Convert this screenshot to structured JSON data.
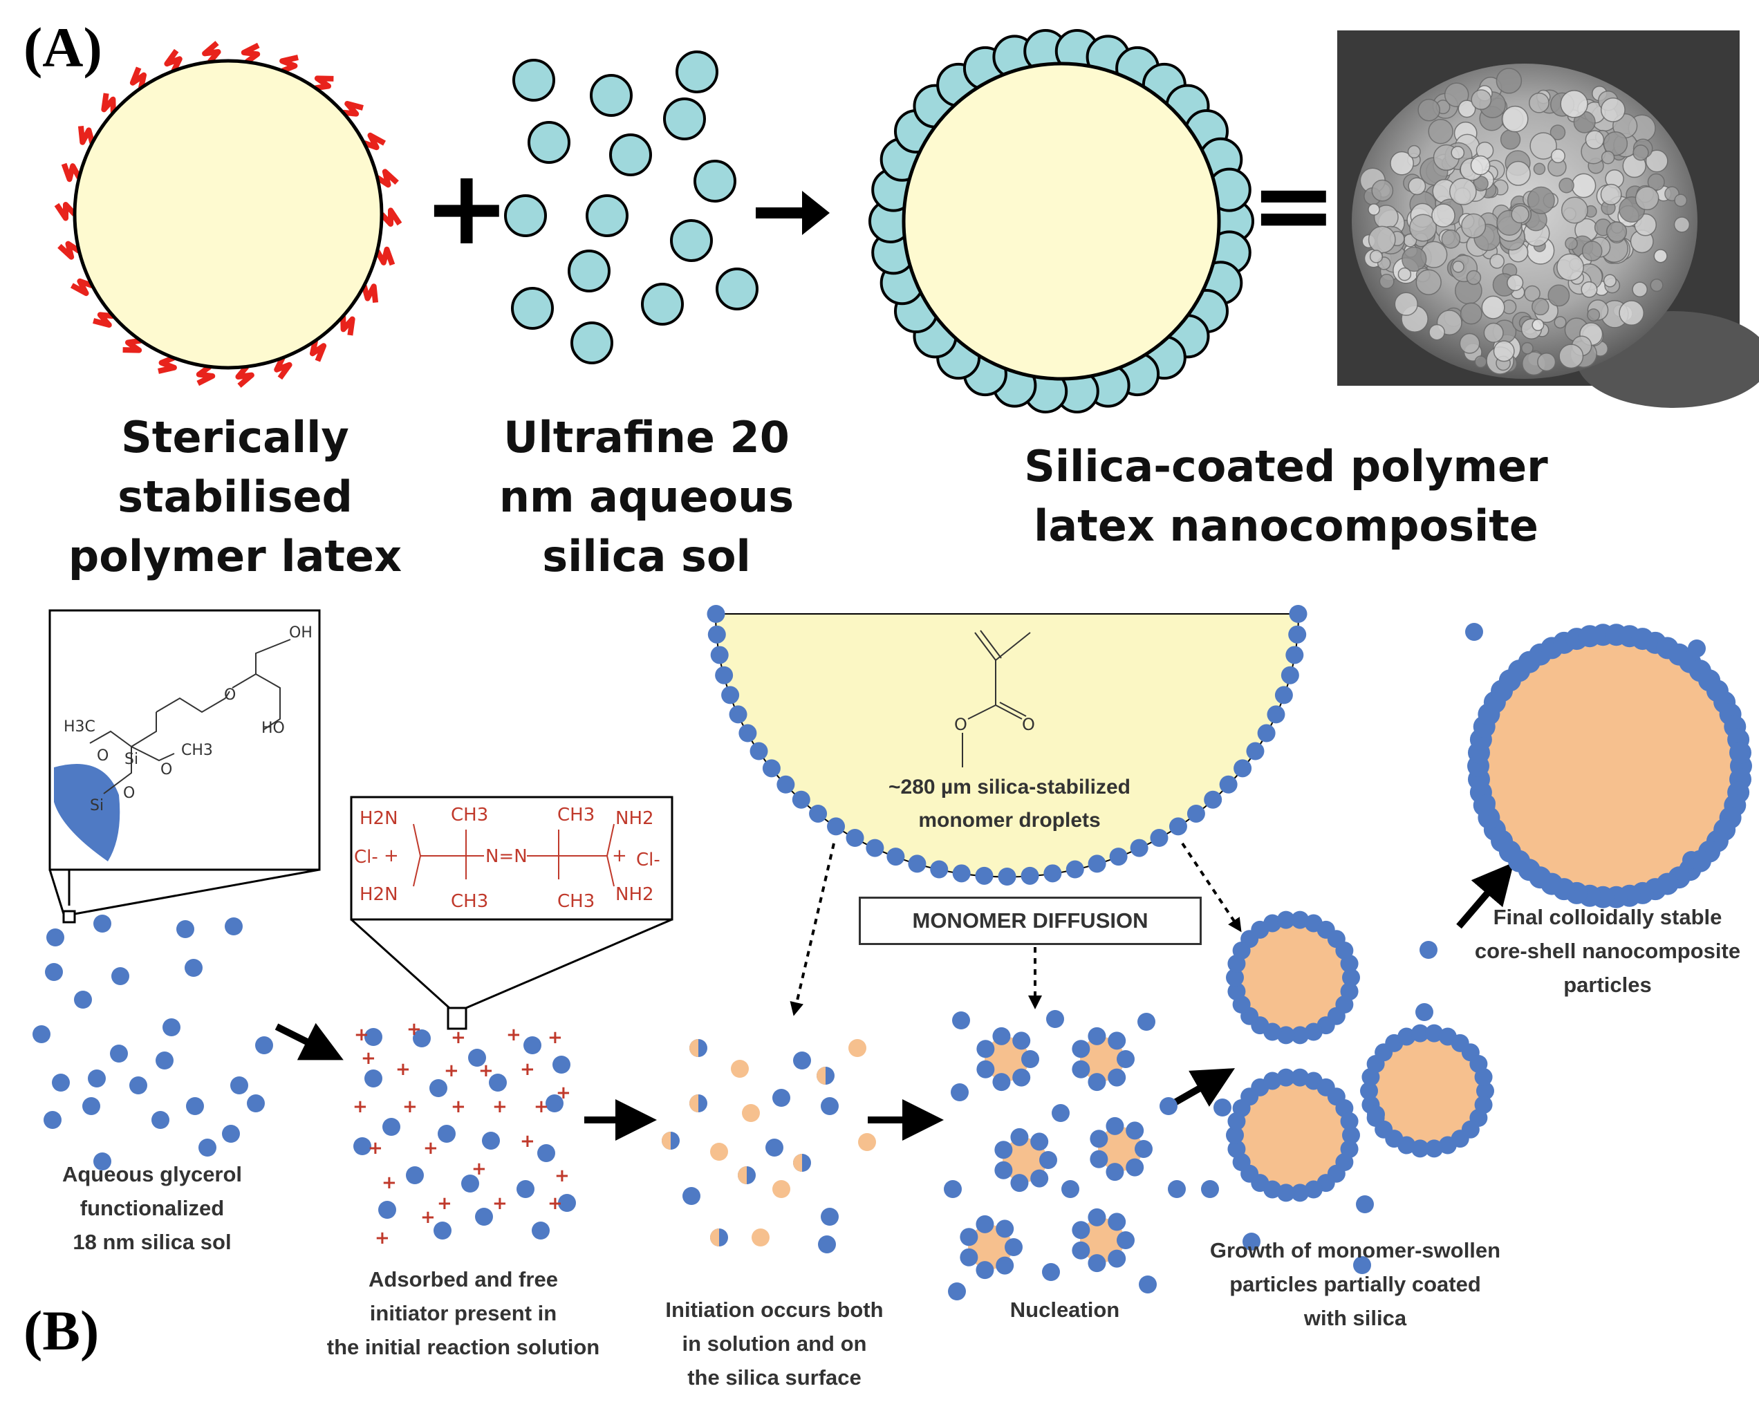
{
  "panel_a": {
    "label": "(A)",
    "captions": {
      "latex": [
        "Sterically",
        "stabilised",
        "polymer latex"
      ],
      "sol": [
        "Ultrafine 20",
        "nm aqueous",
        "silica sol"
      ],
      "composite": [
        "Silica-coated polymer",
        "latex nanocomposite"
      ]
    },
    "operators": {
      "plus": "+",
      "equals": "="
    },
    "image": "SEM micrograph of silica-coated polymer latex particle"
  },
  "panel_b": {
    "label": "(B)",
    "box_label": "MONOMER DIFFUSION",
    "droplet_label": [
      "~280 µm silica-stabilized",
      "monomer droplets"
    ],
    "stages": {
      "sol": [
        "Aqueous glycerol",
        "functionalized",
        "18 nm silica sol"
      ],
      "initiator": [
        "Adsorbed and free",
        "initiator present in",
        "the initial reaction solution"
      ],
      "initiation": [
        "Initiation occurs both",
        "in solution and on",
        "the silica surface"
      ],
      "nucleation": [
        "Nucleation"
      ],
      "growth": [
        "Growth of monomer-swollen",
        "particles partially coated",
        "with silica"
      ],
      "final": [
        "Final colloidally stable",
        "core-shell nanocomposite",
        "particles"
      ]
    },
    "chem_labels": {
      "silane": {
        "h3c": "H3C",
        "o1": "O",
        "si": "Si",
        "ch3": "CH3",
        "o2": "O",
        "o3": "O",
        "si_surface": "Si",
        "oh": "OH",
        "ho": "HO",
        "o4": "O"
      },
      "initiator": {
        "h2n_top": "H2N",
        "h2n_bottom": "H2N",
        "cl_left": "Cl-",
        "cl_right": "Cl-",
        "ch3_a": "CH3",
        "ch3_b": "CH3",
        "ch3_c": "CH3",
        "ch3_d": "CH3",
        "nh2_top": "NH2",
        "nh2_bottom": "NH2",
        "azo": "N=N",
        "plus": "+"
      },
      "monomer": {
        "o_ester": "O",
        "o_carbonyl": "O"
      }
    }
  },
  "colors": {
    "latex_fill": "#fefad0",
    "stabilizer_red": "#e8231c",
    "silica_cyan": "#9fd8dc",
    "silica_blue": "#4f7ac4",
    "polymer_orange": "#f6c08e",
    "initiator_red": "#c0392b",
    "text_dark": "#333333"
  }
}
